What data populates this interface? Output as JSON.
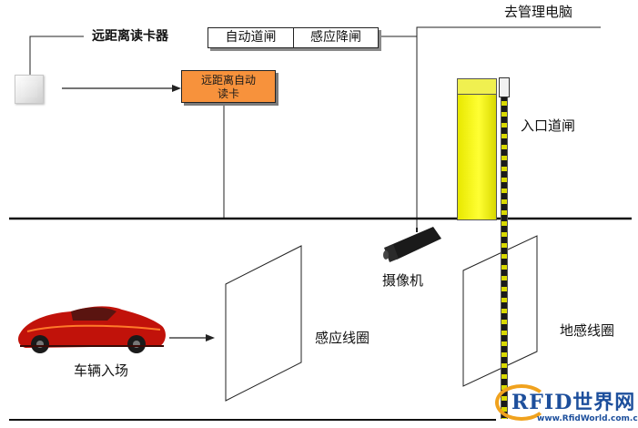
{
  "labels": {
    "reader_title": "远距离读卡器",
    "controller_line1": "远距离自动",
    "controller_line2": "读卡",
    "top_box_left": "自动道闸",
    "top_box_right": "感应降闸",
    "management_pc": "去管理电脑",
    "entrance_gate": "入口道闸",
    "camera": "摄像机",
    "induction_loop": "感应线圈",
    "ground_loop": "地感线圈",
    "vehicle_entry": "车辆入场"
  },
  "logo": {
    "brand": "RFID世界网",
    "url": "www.RfidWorld.com.cn"
  },
  "colors": {
    "controller_fill": "#f7923c",
    "gate_fill": "#ffff33",
    "car_body": "#c1120a",
    "logo_blue": "#1d4f9c",
    "logo_orange": "#f0a21e"
  },
  "icons": {
    "reader": "rfid-reader-icon",
    "camera": "camera-icon",
    "car": "car-icon",
    "gate": "barrier-gate-icon"
  }
}
